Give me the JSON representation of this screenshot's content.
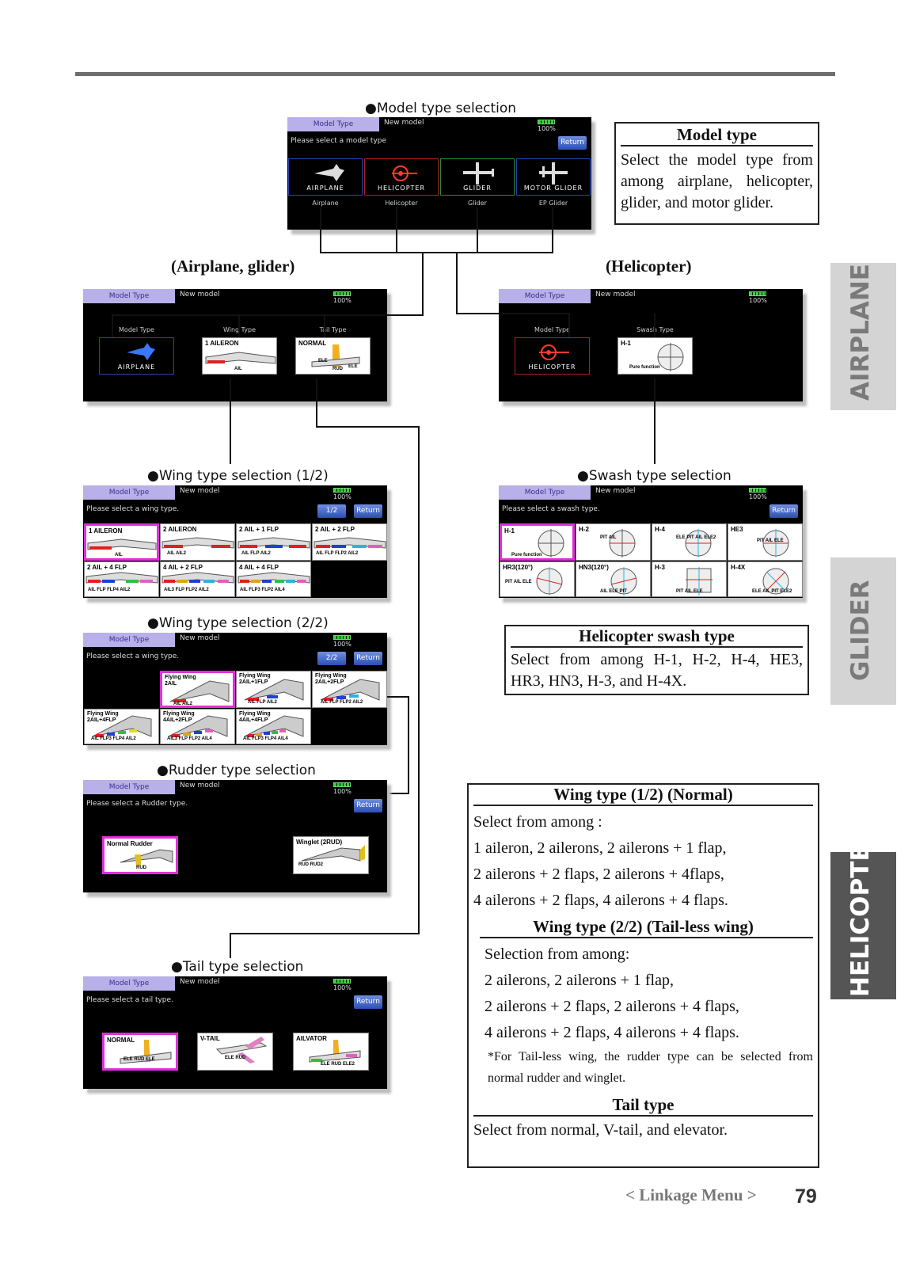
{
  "screen_common": {
    "tag": "Model Type",
    "model": "New model",
    "battery_pct": "100%",
    "return_label": "Return"
  },
  "captions": {
    "model_type_selection": "●Model type selection",
    "airplane_glider": "(Airplane, glider)",
    "helicopter": "(Helicopter)",
    "wing_type_1": "●Wing type selection (1/2)",
    "swash_type": "●Swash type selection",
    "wing_type_2": "●Wing type selection (2/2)",
    "rudder_type": "●Rudder type selection",
    "tail_type": "●Tail type selection"
  },
  "model_type_screen": {
    "prompt": "Please select a model type",
    "tiles": [
      {
        "name": "AIRPLANE",
        "label": "Airplane"
      },
      {
        "name": "HELICOPTER",
        "label": "Helicopter"
      },
      {
        "name": "GLIDER",
        "label": "Glider"
      },
      {
        "name": "MOTOR GLIDER",
        "label": "EP Glider"
      }
    ]
  },
  "airplane_screen": {
    "model_type_label": "Model Type",
    "wing_type_label": "Wing Type",
    "tail_type_label": "Tail Type",
    "model_tile": "AIRPLANE",
    "wing_tile": "1 AILERON",
    "wing_tile_sub": "AIL",
    "tail_tile": "NORMAL",
    "tail_sub1": "ELE",
    "tail_sub2": "RUD",
    "tail_sub3": "ELE"
  },
  "heli_screen": {
    "model_type_label": "Model Type",
    "swash_type_label": "Swash Type",
    "model_tile": "HELICOPTER",
    "swash_tile": "H-1",
    "swash_sub": "Pure function"
  },
  "wing1_screen": {
    "prompt": "Please select a wing type.",
    "page": "1/2",
    "tiles": [
      {
        "name": "1 AILERON",
        "sub": "AIL"
      },
      {
        "name": "2 AILERON",
        "sub": "AIL    AIL2"
      },
      {
        "name": "2 AIL + 1 FLP",
        "sub": "AIL  FLP  AIL2"
      },
      {
        "name": "2 AIL + 2 FLP",
        "sub": "AIL FLP FLP2 AIL2"
      },
      {
        "name": "2 AIL + 4 FLP",
        "sub": "AIL FLP FLP4 AIL2"
      },
      {
        "name": "4 AIL + 2 FLP",
        "sub": "AIL3 FLP FLP2 AIL2"
      },
      {
        "name": "4 AIL + 4 FLP",
        "sub": "AIL FLP3 FLP2 AIL4"
      }
    ]
  },
  "swash_screen": {
    "prompt": "Please select a swash type.",
    "tiles": [
      {
        "name": "H-1",
        "sub": "Pure function"
      },
      {
        "name": "H-2",
        "sub": "PIT  AIL"
      },
      {
        "name": "H-4",
        "sub": "ELE PIT AIL ELE2"
      },
      {
        "name": "HE3",
        "sub": "PIT AIL ELE"
      },
      {
        "name": "HR3(120°)",
        "sub": "PIT AIL ELE"
      },
      {
        "name": "HN3(120°)",
        "sub": "AIL ELE PIT"
      },
      {
        "name": "H-3",
        "sub": "PIT AIL ELE"
      },
      {
        "name": "H-4X",
        "sub": "ELE AIL PIT ELE2"
      }
    ]
  },
  "wing2_screen": {
    "prompt": "Please select a wing type.",
    "page": "2/2",
    "tiles": [
      {
        "name": "Flying Wing 2AIL",
        "sub": "AIL     AIL2"
      },
      {
        "name": "Flying Wing 2AIL+1FLP",
        "sub": "AIL  FLP  AIL2"
      },
      {
        "name": "Flying Wing 2AIL+2FLP",
        "sub": "AIL FLP FLP2 AIL2"
      },
      {
        "name": "Flying Wing 2AIL+4FLP",
        "sub": "AIL FLP3 FLP4 AIL2"
      },
      {
        "name": "Flying Wing 4AIL+2FLP",
        "sub": "AIL3 FLP FLP2 AIL4"
      },
      {
        "name": "Flying Wing 4AIL+4FLP",
        "sub": "AIL FLP3 FLP4 AIL4"
      }
    ]
  },
  "rudder_screen": {
    "prompt": "Please select a Rudder type.",
    "tiles": [
      {
        "name": "Normal Rudder",
        "sub": "RUD"
      },
      {
        "name": "Winglet (2RUD)",
        "sub": "RUD     RUD2"
      }
    ]
  },
  "tail_screen": {
    "prompt": "Please select a tail type.",
    "tiles": [
      {
        "name": "NORMAL",
        "sub": "ELE RUD ELE"
      },
      {
        "name": "V-TAIL",
        "sub": "ELE  RUD"
      },
      {
        "name": "AILVATOR",
        "sub": "ELE RUD ELE2"
      }
    ]
  },
  "model_type_box": {
    "title": "Model type",
    "body": "Select the model type from among airplane, helicopter, glider, and motor glider."
  },
  "swash_box": {
    "title": "Helicopter swash type",
    "body": "Select from among H-1, H-2, H-4, HE3, HR3, HN3, H-3, and H-4X."
  },
  "wing_box": {
    "title1": "Wing type (1/2) (Normal)",
    "lines1": [
      "Select from among :",
      "1 aileron, 2 ailerons, 2 ailerons + 1 flap,",
      "2 ailerons + 2 flaps,  2 ailerons + 4flaps,",
      "4 ailerons + 2 flaps,  4 ailerons + 4 flaps."
    ],
    "title2": "Wing type (2/2) (Tail-less wing)",
    "lines2": [
      "Selection from among:",
      "2 ailerons, 2 ailerons + 1 flap,",
      "2 ailerons + 2 flaps, 2 ailerons + 4 flaps,",
      "4 ailerons + 2 flaps,  4 ailerons + 4 flaps."
    ],
    "note": "*For Tail-less wing, the rudder type can be selected from normal rudder and winglet.",
    "title3": "Tail type",
    "body3": "Select from  normal, V-tail, and elevator."
  },
  "side_tabs": [
    "AIRPLANE",
    "GLIDER",
    "HELICOPTER"
  ],
  "footer": {
    "section": "< Linkage Menu >",
    "page": "79"
  },
  "colors": {
    "accent_pink": "#e030d8",
    "tab_gray": "#d4d4d4",
    "tab_dark": "#555555",
    "header_lavender": "#b8b0e8"
  }
}
